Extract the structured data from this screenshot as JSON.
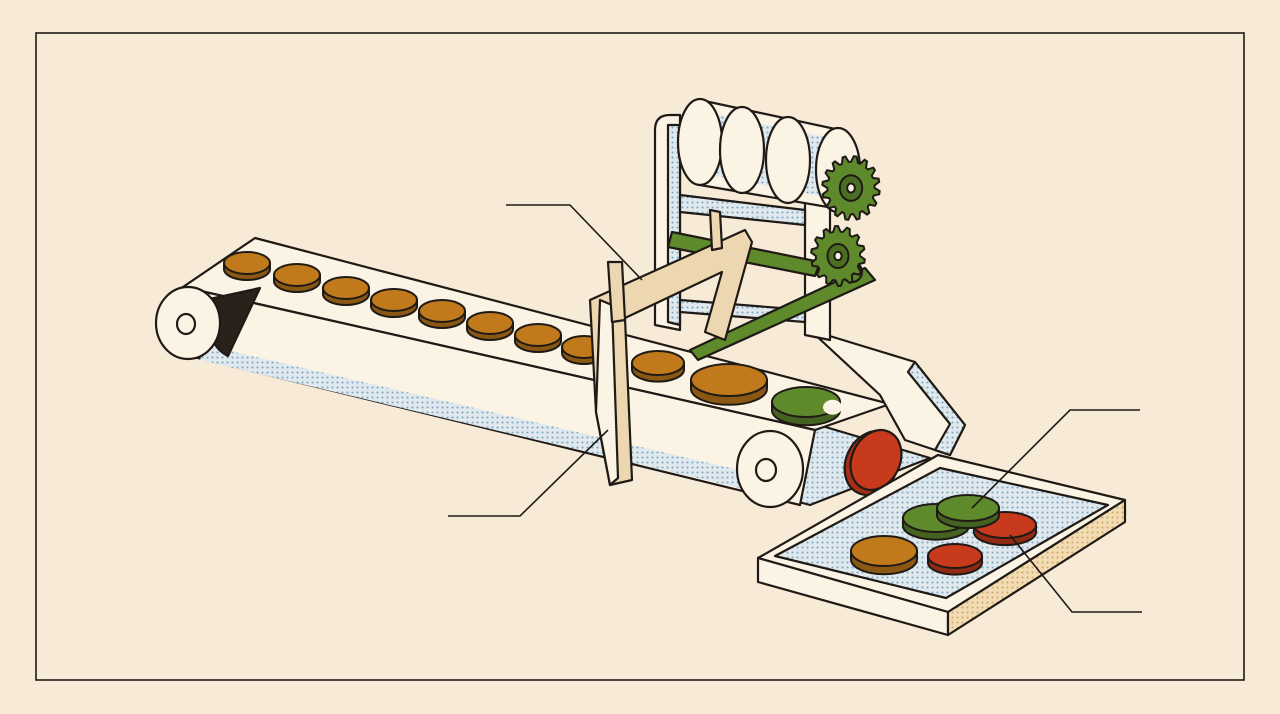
{
  "illustration": {
    "style": "retro isometric line art with halftone shading",
    "labels": [],
    "colors": {
      "background": "#f7ebd8",
      "ink": "#1f1a16",
      "cream": "#fbf3e4",
      "halftone_blue": "#cfe0ea",
      "bronze": "#c07a1b",
      "green": "#5e8a2c",
      "red": "#c83a1c",
      "wood": "#ecd7b0"
    },
    "icons": [
      "conveyor-belt",
      "caliper-gauge",
      "roller-drum",
      "gear",
      "sorting-tray",
      "coin"
    ]
  }
}
